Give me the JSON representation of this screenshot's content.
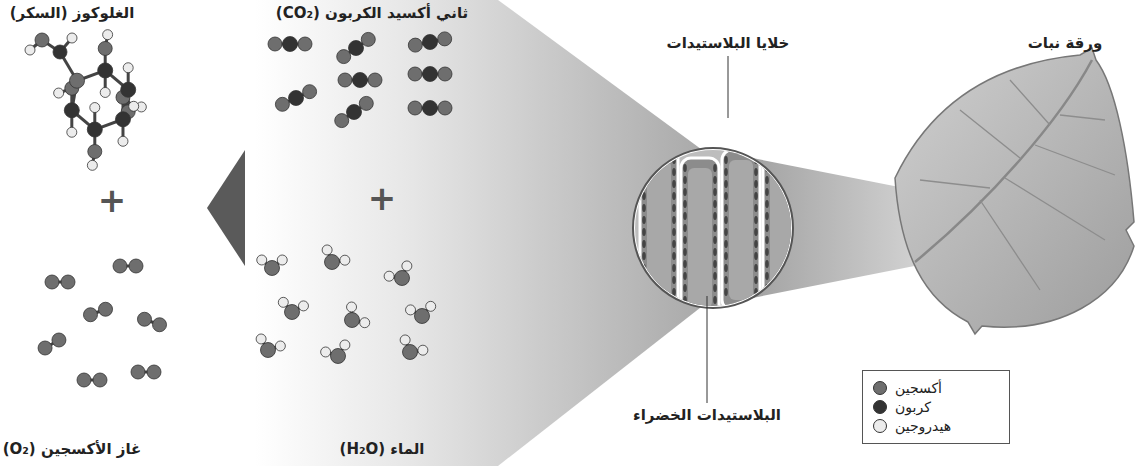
{
  "diagram": {
    "labels": [
      "الغلوكوز (السكر)",
      "ثاني أكسيد الكربون (CO₂)",
      "خلايا البلاستيدات",
      "ورقة نبات",
      "+",
      "+",
      "البلاستيدات الخضراء",
      "غاز الأكسجين (O₂)",
      "الماء (H₂O)"
    ],
    "legend": [
      {
        "text": "أكسجين",
        "color": "#6e6e6e"
      },
      {
        "text": "كربون",
        "color": "#333333"
      },
      {
        "text": "هيدروجين",
        "color": "#ececec"
      }
    ]
  }
}
